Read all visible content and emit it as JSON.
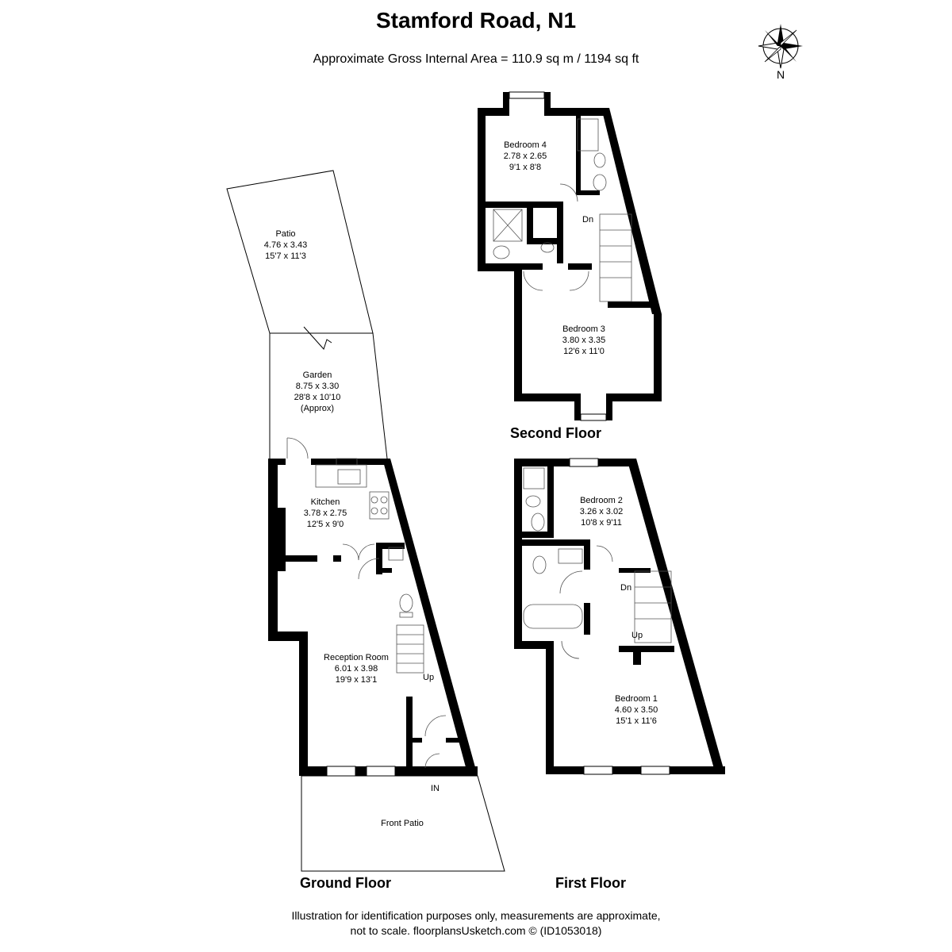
{
  "header": {
    "title": "Stamford Road, N1",
    "area": "Approximate Gross Internal Area = 110.9 sq m / 1194 sq ft"
  },
  "compass": {
    "label": "N"
  },
  "floors": {
    "ground": "Ground Floor",
    "first": "First Floor",
    "second": "Second Floor"
  },
  "rooms": {
    "patio": {
      "name": "Patio",
      "metric": "4.76 x 3.43",
      "imperial": "15'7 x 11'3"
    },
    "garden": {
      "name": "Garden",
      "metric": "8.75 x 3.30",
      "imperial": "28'8 x 10'10",
      "note": "(Approx)"
    },
    "kitchen": {
      "name": "Kitchen",
      "metric": "3.78 x 2.75",
      "imperial": "12'5 x 9'0"
    },
    "reception": {
      "name": "Reception Room",
      "metric": "6.01 x 3.98",
      "imperial": "19'9 x 13'1"
    },
    "front_patio": {
      "name": "Front Patio"
    },
    "bedroom1": {
      "name": "Bedroom 1",
      "metric": "4.60 x 3.50",
      "imperial": "15'1 x 11'6"
    },
    "bedroom2": {
      "name": "Bedroom 2",
      "metric": "3.26 x 3.02",
      "imperial": "10'8 x 9'11"
    },
    "bedroom3": {
      "name": "Bedroom 3",
      "metric": "3.80 x 3.35",
      "imperial": "12'6 x 11'0"
    },
    "bedroom4": {
      "name": "Bedroom 4",
      "metric": "2.78 x 2.65",
      "imperial": "9'1 x 8'8"
    }
  },
  "markers": {
    "up": "Up",
    "dn": "Dn",
    "in": "IN"
  },
  "footer": {
    "line1": "Illustration for identification purposes only, measurements are approximate,",
    "line2": "not to scale. floorplansUsketch.com © (ID1053018)"
  }
}
